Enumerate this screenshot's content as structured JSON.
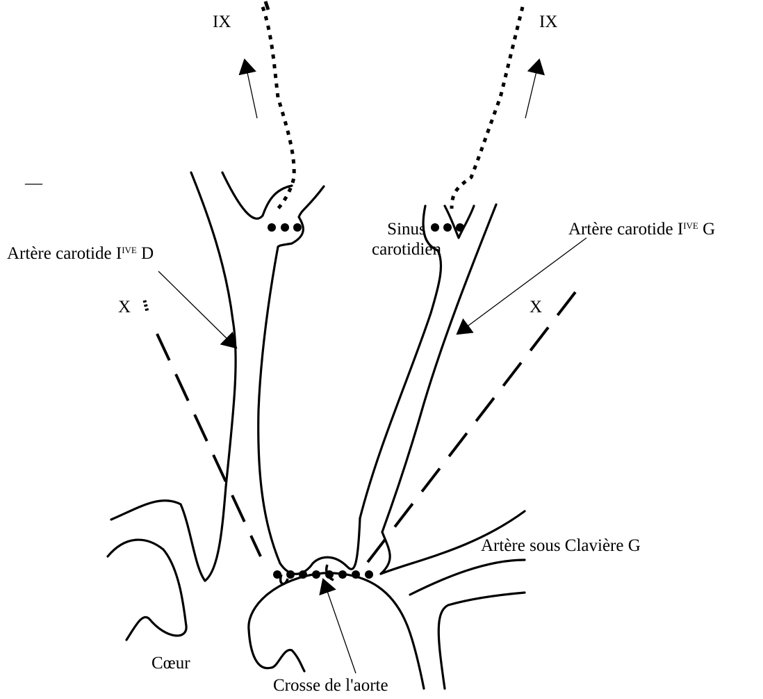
{
  "labels": {
    "ix_left": "IX",
    "ix_right": "IX",
    "dash": "—",
    "sinus_line1": "Sinus",
    "sinus_line2": "carotidien",
    "carotide_g_prefix": "Artère carotide I",
    "carotide_g_sup": "IVE",
    "carotide_g_suffix": " G",
    "carotide_d_prefix": "Artère carotide I",
    "carotide_d_sup": "IVE",
    "carotide_d_suffix": " D",
    "x_left": "X",
    "x_right": "X",
    "sous_claviere": "Artère sous Clavière G",
    "coeur": "Cœur",
    "crosse": "Crosse de l'aorte"
  }
}
